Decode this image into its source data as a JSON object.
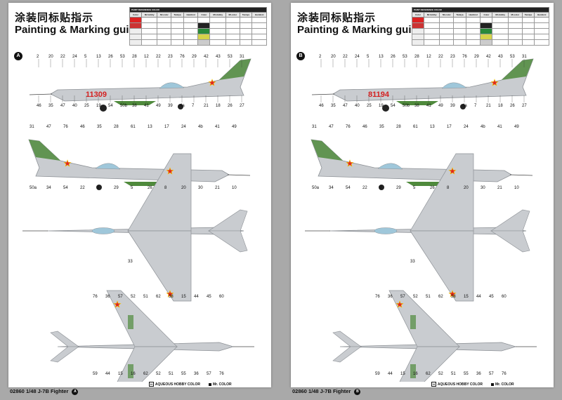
{
  "title_cn": "涂装同标贴指示",
  "title_en": "Painting & Marking guide",
  "table": {
    "caption": "PAINT REFERENCE COLOR",
    "headers": [
      "Color",
      "Mr.Hobby",
      "Mr.color",
      "Tamiya",
      "Humbrol",
      "Color",
      "Mr.Hobby",
      "Mr.color",
      "Tamiya",
      "Humbrol"
    ],
    "rows": [
      {
        "left_color": "#d22",
        "right_color": "#fff"
      },
      {
        "left_color": "#c33",
        "right_color": "#222"
      },
      {
        "left_color": "#eee",
        "right_color": "#2a8a3a"
      },
      {
        "left_color": "#eee",
        "right_color": "#d6d34a"
      },
      {
        "left_color": "#eee",
        "right_color": "#ccc"
      }
    ]
  },
  "sheets": [
    {
      "badge": "A",
      "serial": "11309",
      "footer_code": "02860 1/48  J-7B Fighter",
      "footer_badge": "A"
    },
    {
      "badge": "B",
      "serial": "81194",
      "footer_code": "02860 1/48  J-7B Fighter",
      "footer_badge": "B"
    }
  ],
  "legend": {
    "aqueous": "AQUEOUS HOBBY COLOR",
    "mr": "Mr. COLOR",
    "aqueous_prefix": "H"
  },
  "callouts_side": [
    "2",
    "20",
    "22",
    "24",
    "5",
    "13",
    "26",
    "53",
    "28",
    "12",
    "22",
    "23",
    "76",
    "29",
    "42",
    "43",
    "53",
    "31",
    "46",
    "35",
    "47",
    "40",
    "25",
    "19",
    "54",
    "50b",
    "38",
    "41",
    "49",
    "39",
    "4a",
    "7",
    "21",
    "18",
    "26",
    "27"
  ],
  "callouts_side2": [
    "31",
    "47",
    "76",
    "46",
    "35",
    "28",
    "61",
    "13",
    "17",
    "24",
    "4b",
    "41",
    "49",
    "50a",
    "34",
    "54",
    "22",
    "9",
    "29",
    "5",
    "26",
    "8",
    "20",
    "30",
    "21",
    "10"
  ],
  "callouts_top": [
    "33"
  ],
  "callouts_bottom": [
    "76",
    "36",
    "57",
    "52",
    "51",
    "62",
    "38",
    "15",
    "44",
    "45",
    "60",
    "59",
    "44",
    "15",
    "16",
    "62",
    "52",
    "51",
    "55",
    "36",
    "57",
    "76"
  ],
  "colors": {
    "metal": "#c9ccd0",
    "metal_dark": "#8d9196",
    "green": "#4f8a3c",
    "red": "#d42020",
    "canopy": "#9fc7da",
    "star": "#e02424",
    "yellow": "#f2c400"
  }
}
